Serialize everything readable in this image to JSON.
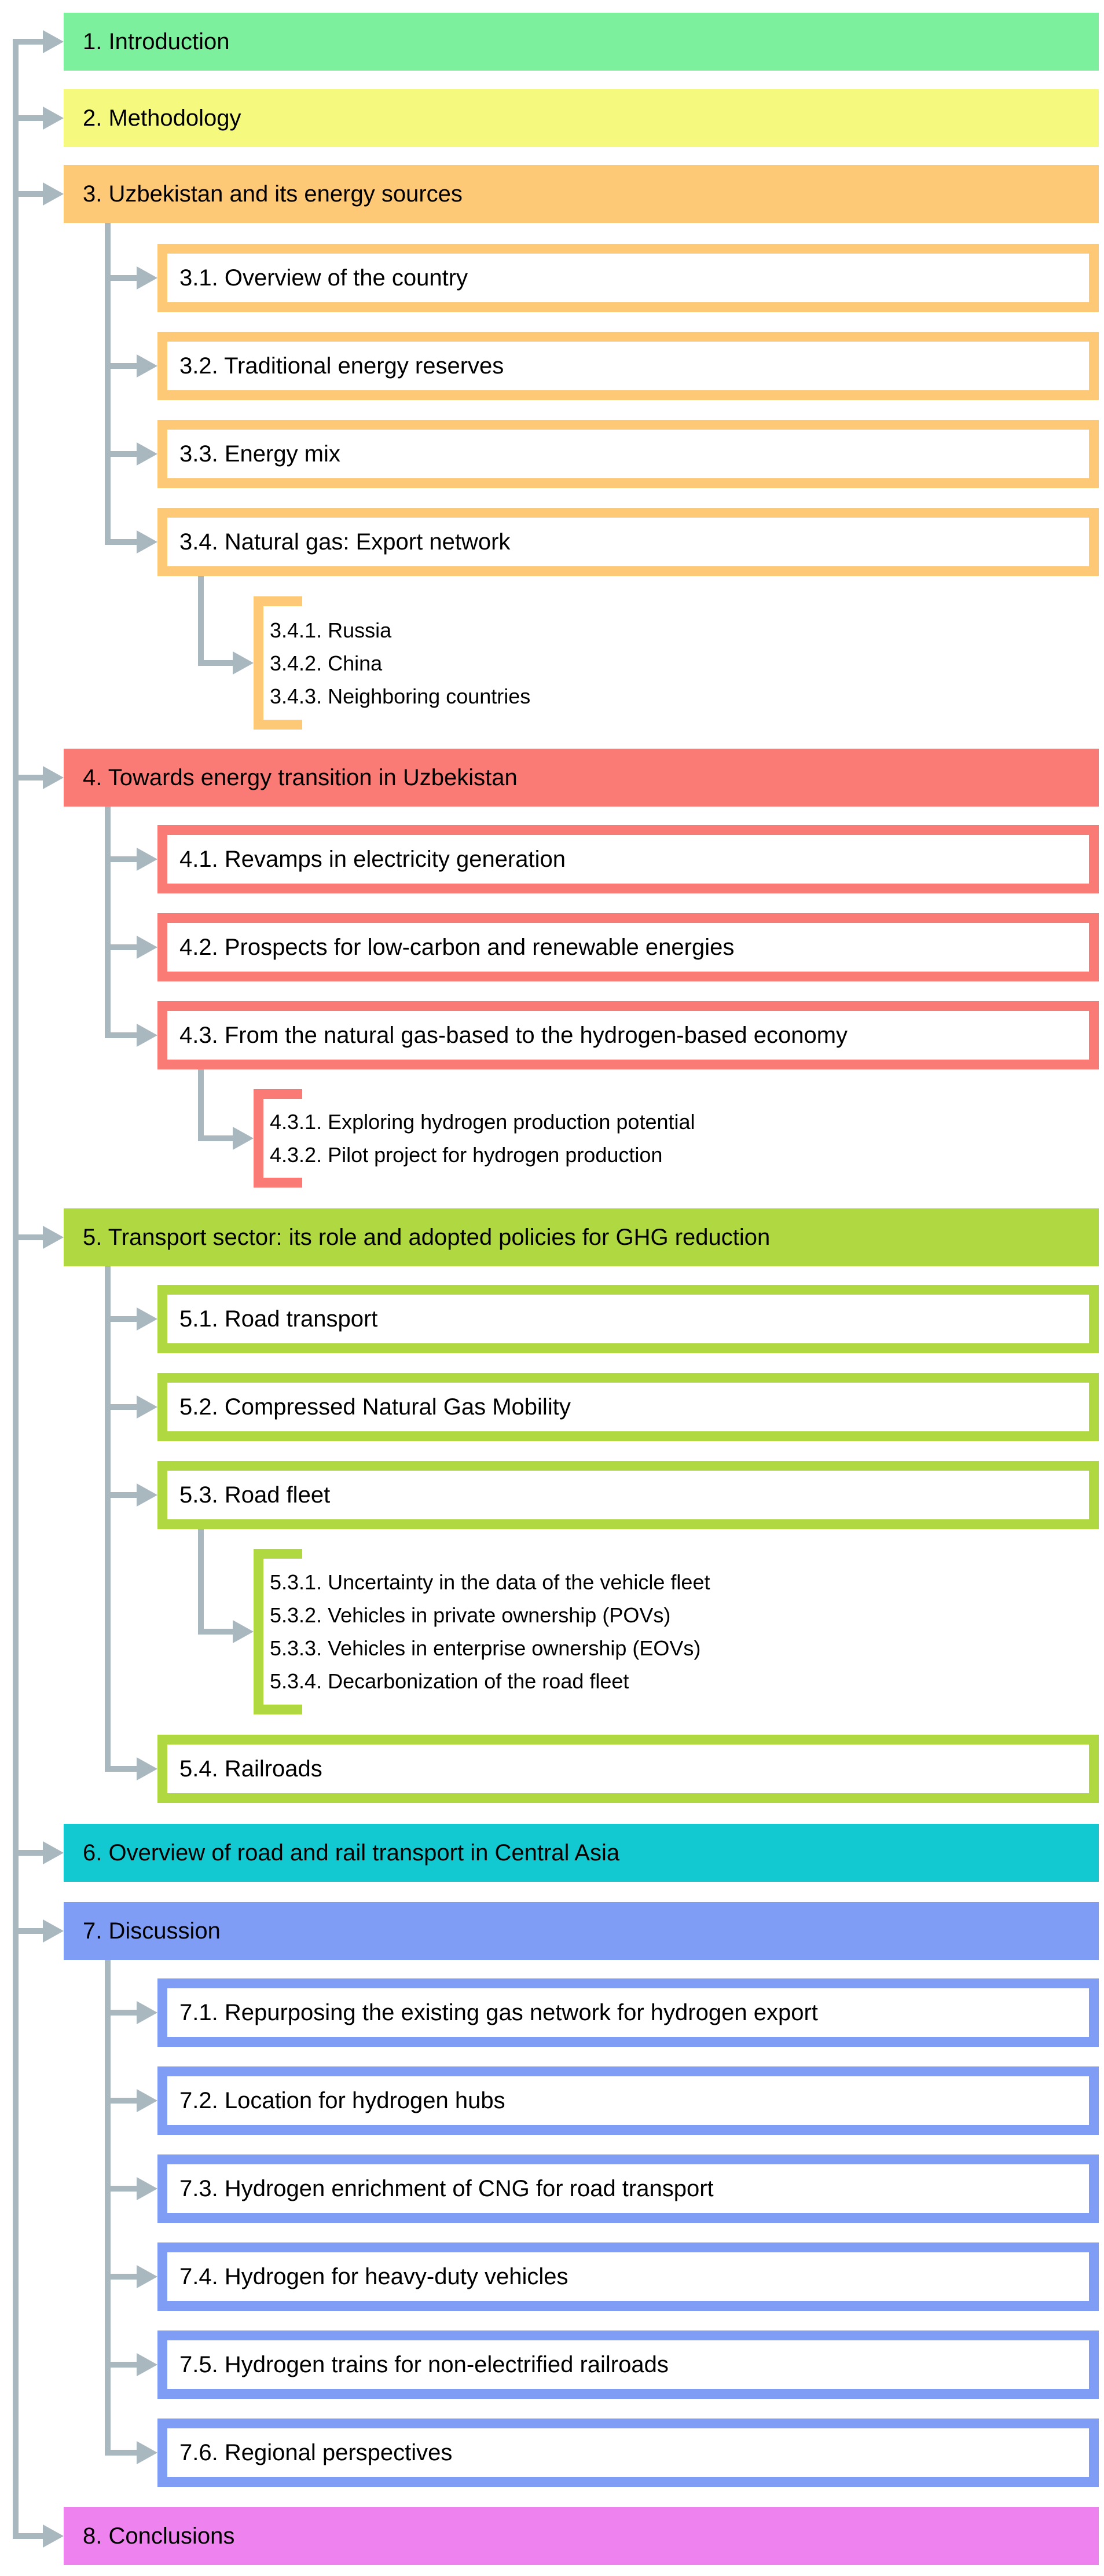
{
  "palette": {
    "connector": "#A9B7BF",
    "box_fill": "#FFFFFF",
    "text": "#000000"
  },
  "sections": [
    {
      "number": "1",
      "label": "1. Introduction",
      "color": "#7DF09E"
    },
    {
      "number": "2",
      "label": "2. Methodology",
      "color": "#F5F97D"
    },
    {
      "number": "3",
      "label": "3. Uzbekistan and its energy sources",
      "color": "#FDC977",
      "children": [
        {
          "label": "3.1. Overview of the country"
        },
        {
          "label": "3.2. Traditional energy reserves"
        },
        {
          "label": "3.3. Energy mix"
        },
        {
          "label": "3.4. Natural gas: Export network",
          "children": [
            {
              "label": "3.4.1. Russia"
            },
            {
              "label": "3.4.2. China"
            },
            {
              "label": "3.4.3. Neighboring countries"
            }
          ]
        }
      ]
    },
    {
      "number": "4",
      "label": "4. Towards energy transition in Uzbekistan",
      "color": "#FA7B76",
      "children": [
        {
          "label": "4.1. Revamps in electricity generation"
        },
        {
          "label": "4.2. Prospects for low-carbon and renewable energies"
        },
        {
          "label": "4.3. From the natural gas-based to the hydrogen-based economy",
          "children": [
            {
              "label": "4.3.1. Exploring hydrogen production potential"
            },
            {
              "label": "4.3.2. Pilot project for hydrogen production"
            }
          ]
        }
      ]
    },
    {
      "number": "5",
      "label": "5. Transport sector: its role and adopted policies for GHG reduction",
      "color": "#AFD841",
      "children": [
        {
          "label": "5.1. Road transport"
        },
        {
          "label": "5.2. Compressed Natural Gas Mobility"
        },
        {
          "label": "5.3. Road fleet",
          "children": [
            {
              "label": "5.3.1. Uncertainty in the data of the vehicle fleet"
            },
            {
              "label": "5.3.2. Vehicles in private ownership (POVs)"
            },
            {
              "label": "5.3.3. Vehicles in enterprise ownership (EOVs)"
            },
            {
              "label": "5.3.4. Decarbonization of the road fleet"
            }
          ]
        },
        {
          "label": "5.4. Railroads"
        }
      ]
    },
    {
      "number": "6",
      "label": "6. Overview of road and rail transport in Central Asia",
      "color": "#12C9D2"
    },
    {
      "number": "7",
      "label": "7. Discussion",
      "color": "#7F9DF5",
      "children": [
        {
          "label": "7.1. Repurposing the existing gas network for hydrogen export"
        },
        {
          "label": "7.2. Location for hydrogen hubs"
        },
        {
          "label": "7.3. Hydrogen enrichment of CNG for road transport"
        },
        {
          "label": "7.4. Hydrogen for heavy-duty vehicles"
        },
        {
          "label": "7.5. Hydrogen trains for non-electrified railroads"
        },
        {
          "label": "7.6. Regional perspectives"
        }
      ]
    },
    {
      "number": "8",
      "label": "8. Conclusions",
      "color": "#EE82EE"
    }
  ]
}
